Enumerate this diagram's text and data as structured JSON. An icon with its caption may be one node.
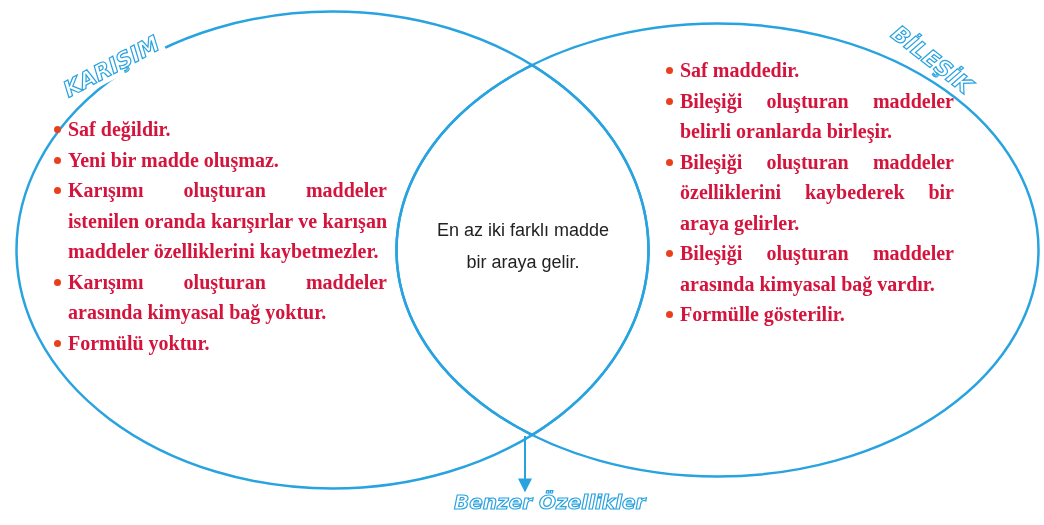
{
  "diagram": {
    "nodes": [
      {
        "text": [
          "KARIŞIM",
          "Saf değildir.",
          "Yeni bir madde oluşmaz.",
          "Karışımı oluşturan maddeler istenilen oranda karışırlar ve karışan maddeler özelliklerini kaybetmezler.",
          "Karışımı oluşturan maddeler arasında kimyasal bağ yoktur.",
          "Formülü yoktur."
        ]
      },
      {
        "text": [
          "BİLEŞİK",
          "Saf maddedir.",
          "Bileşiği oluşturan maddeler belirli oranlarda birleşir.",
          "Bileşiği oluşturan maddeler özelliklerini kaybederek bir araya gelirler.",
          "Bileşiği oluşturan maddeler arasında kimyasal bağ vardır.",
          "Formülle gösterilir."
        ]
      },
      {
        "text": [
          "En az iki farklı madde bir araya gelir."
        ]
      },
      {
        "text": [
          "Benzer Özellikler"
        ]
      }
    ],
    "edges": [
      {
        "from": 2,
        "to": 3,
        "arrow": "to"
      }
    ]
  }
}
